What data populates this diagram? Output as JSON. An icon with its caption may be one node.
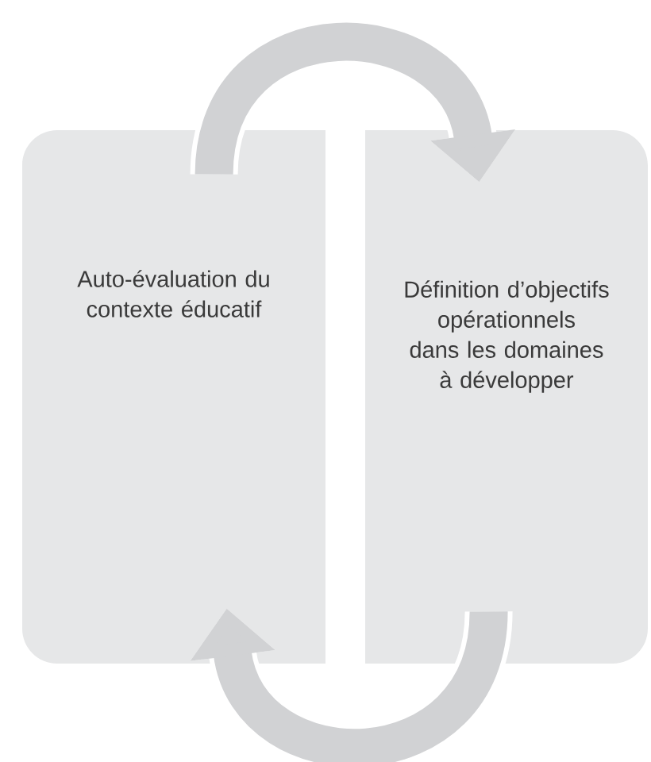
{
  "diagram": {
    "nodes": [
      {
        "text": [
          "Auto-évaluation du contexte éducatif"
        ]
      },
      {
        "text": [
          "Définition d’objectifs opérationnels dans les domaines à développer"
        ]
      }
    ],
    "edges": [
      {
        "from": 0,
        "to": 1,
        "arrow": "to"
      },
      {
        "from": 1,
        "to": 0,
        "arrow": "to"
      }
    ]
  }
}
